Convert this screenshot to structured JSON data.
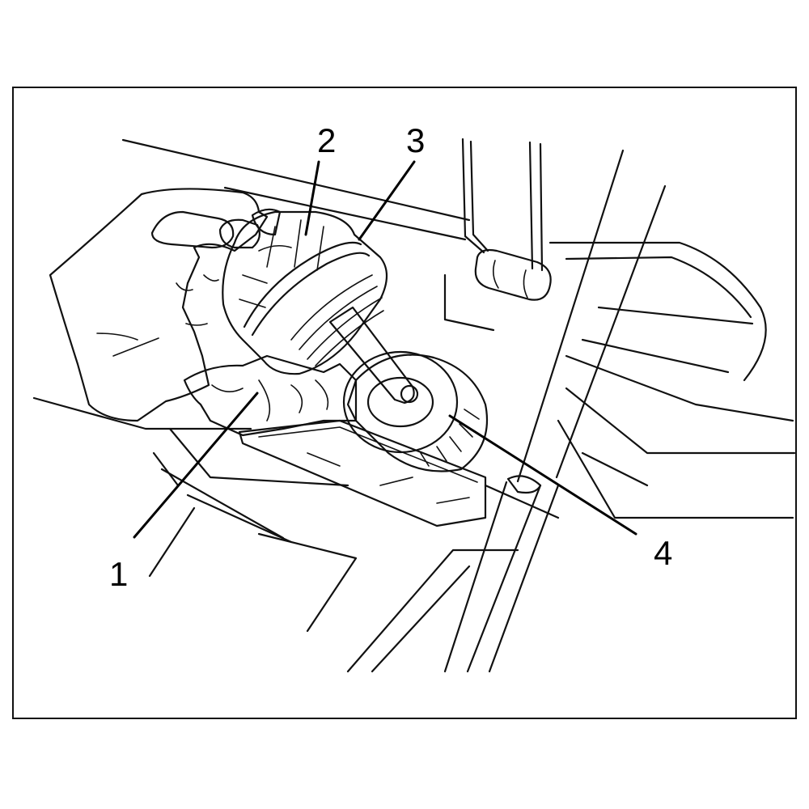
{
  "callouts": [
    {
      "id": "1",
      "label": "1"
    },
    {
      "id": "2",
      "label": "2"
    },
    {
      "id": "3",
      "label": "3"
    },
    {
      "id": "4",
      "label": "4"
    }
  ],
  "colors": {
    "line": "#111111",
    "cap_dark": "#8a8a8a",
    "cap_light": "#a6a6a6",
    "cloth": "#dcdcdc",
    "filter_body": "#bdbdbd",
    "filter_face": "#cfcfcf",
    "background": "#ffffff"
  }
}
